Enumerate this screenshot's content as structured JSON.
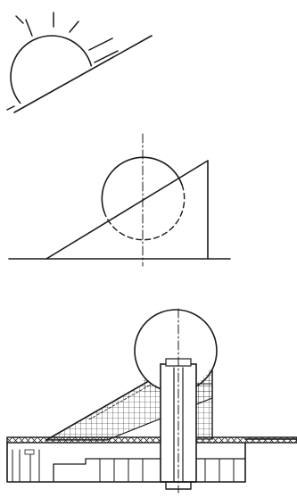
{
  "figure": {
    "background": "#ffffff",
    "ink_color": "#1a1a1a",
    "panels": [
      {
        "name": "sun-over-slope"
      },
      {
        "name": "sphere-on-triangle"
      },
      {
        "name": "section-elevation"
      }
    ]
  }
}
